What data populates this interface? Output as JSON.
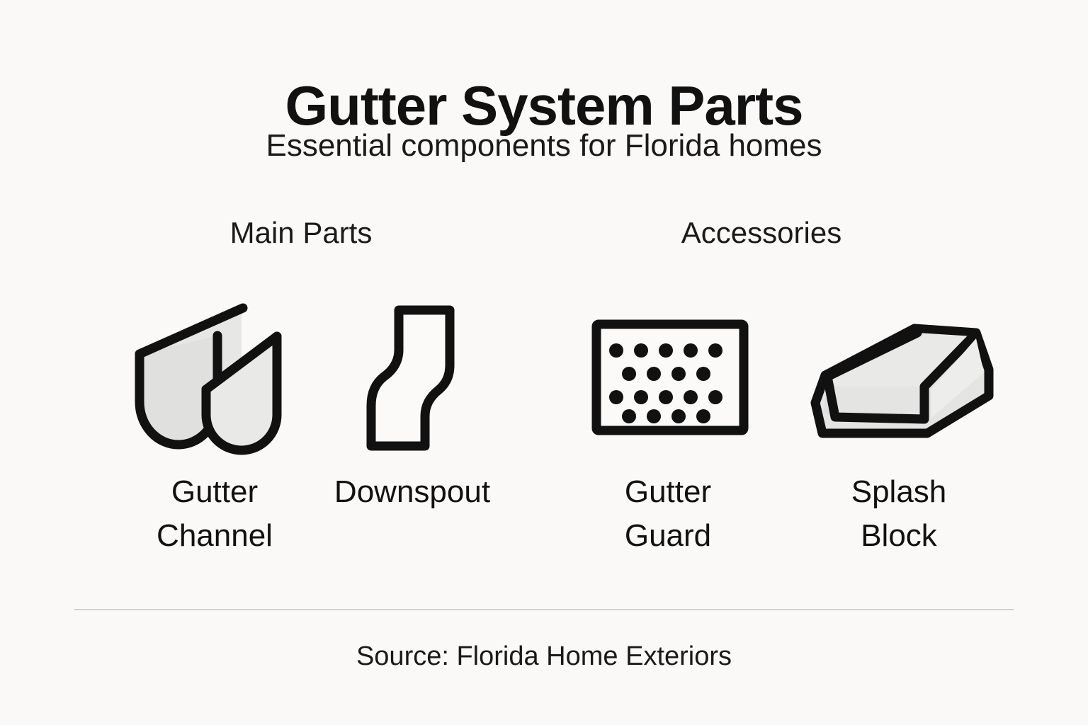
{
  "header": {
    "title": "Gutter System Parts",
    "subtitle": "Essential components for Florida homes"
  },
  "groups": [
    {
      "name": "Main Parts"
    },
    {
      "name": "Accessories"
    }
  ],
  "items": [
    {
      "icon": "gutter-channel-icon",
      "label": "Gutter\nChannel",
      "group": "Main Parts"
    },
    {
      "icon": "downspout-icon",
      "label": "Downspout",
      "group": "Main Parts"
    },
    {
      "icon": "gutter-guard-icon",
      "label": "Gutter\nGuard",
      "group": "Accessories"
    },
    {
      "icon": "splash-block-icon",
      "label": "Splash\nBlock",
      "group": "Accessories"
    }
  ],
  "footer": {
    "source": "Source: Florida Home Exteriors"
  },
  "colors": {
    "background": "#faf9f7",
    "ink": "#111111",
    "metal_fill": "#e0e0de",
    "metal_fill_light": "#eaeae8",
    "divider": "#d2d2d0"
  }
}
